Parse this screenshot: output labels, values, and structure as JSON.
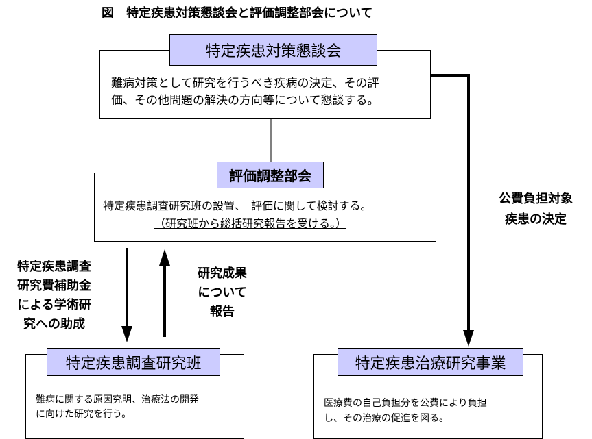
{
  "title": "図　特定疾患対策懇談会と評価調整部会について",
  "council": {
    "heading": "特定疾患対策懇談会",
    "lines": [
      "難病対策として研究を行うべき疾病の決定、その評",
      "価、その他問題の解決の方向等について懇談する。"
    ]
  },
  "subcommittee": {
    "heading": "評価調整部会",
    "lines": [
      "特定疾患調査研究班の設置、　評価に関して検討する。",
      "（研究班から総括研究報告を受ける。）"
    ]
  },
  "research_team": {
    "heading": "特定疾患調査研究班",
    "lines": [
      "難病に関する原因究明、治療法の開発",
      "に向けた研究を行う。"
    ]
  },
  "treatment_program": {
    "heading": "特定疾患治療研究事業",
    "lines": [
      "医療費の自己負担分を公費により負担",
      "し、その治療の促進を図る。"
    ]
  },
  "labels": {
    "grant": [
      "特定疾患調査",
      "研究費補助金",
      "による学術研",
      "究への助成"
    ],
    "report": [
      "研究成果",
      "について",
      "報告"
    ],
    "public_expense": [
      "公費負担対象",
      "疾患の決定"
    ]
  },
  "colors": {
    "header_fill": "#ccccff",
    "line": "#000000"
  }
}
